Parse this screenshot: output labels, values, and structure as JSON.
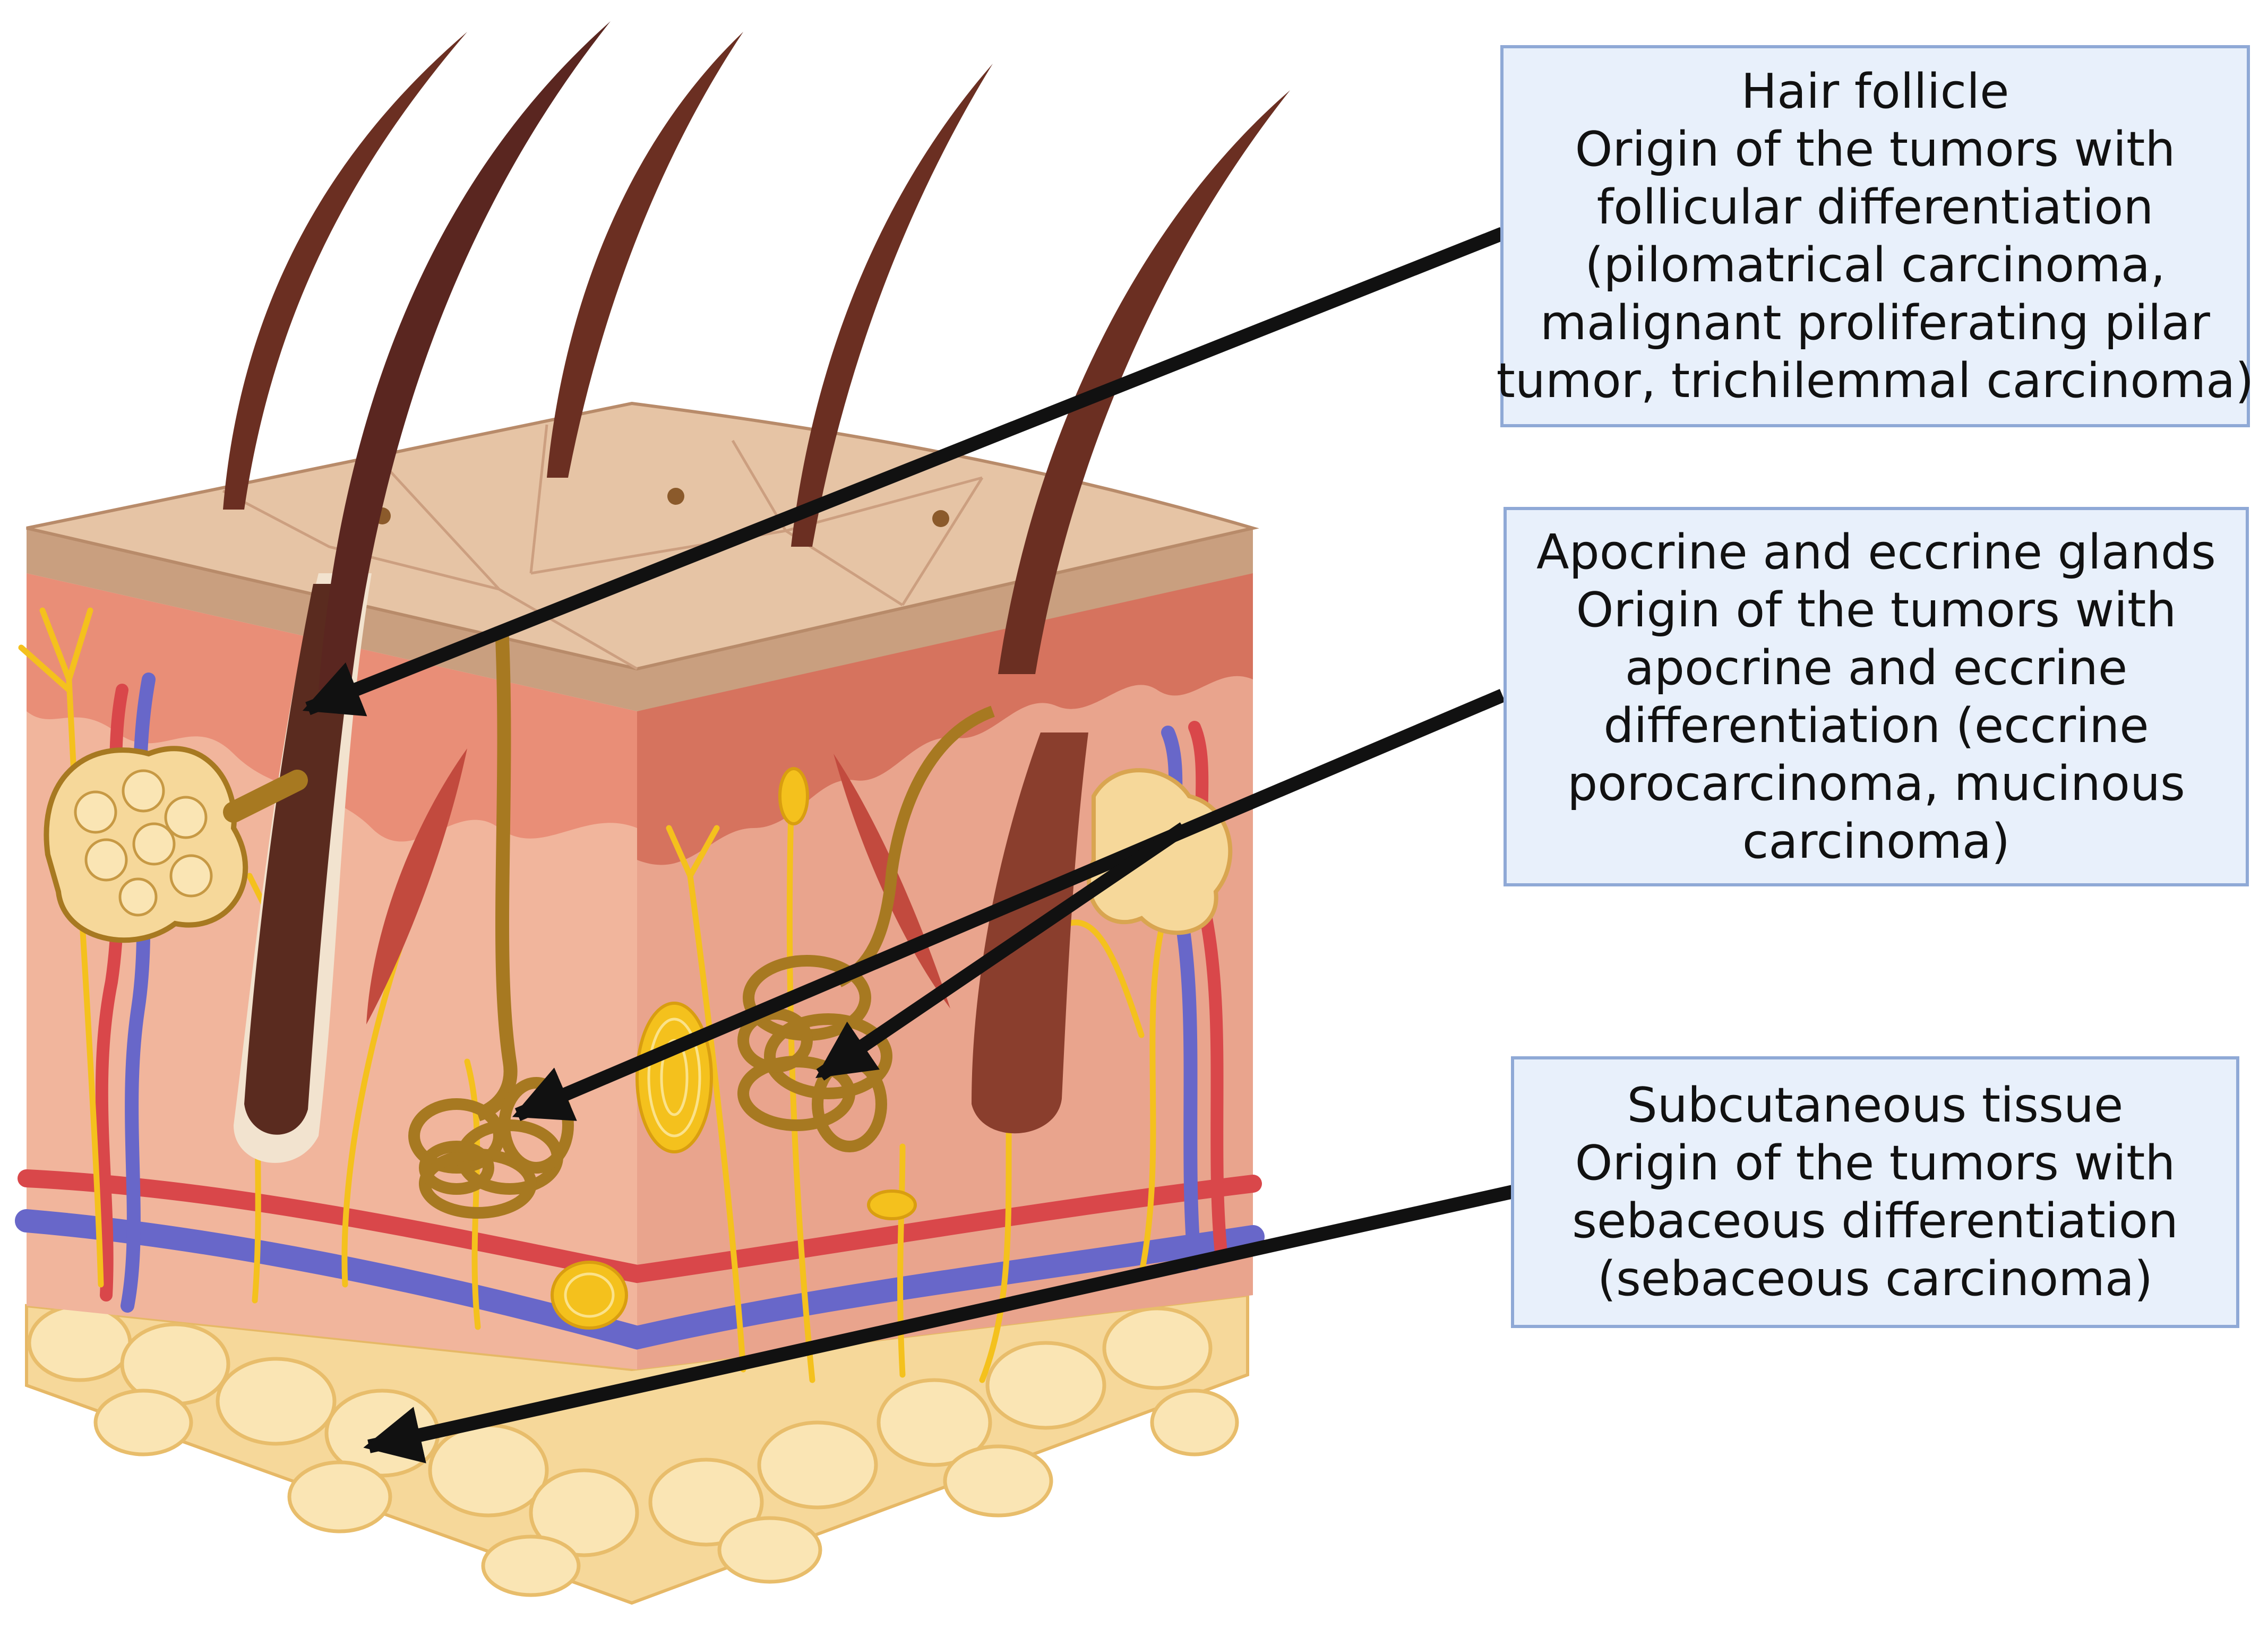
{
  "colors": {
    "epidermis_top": "#e6c4a5",
    "dermis": "#f1b59c",
    "dermis_dark": "#d9826a",
    "hair": "#6b2f22",
    "gland": "#a77921",
    "fat": "#f6d89a",
    "nerve": "#f4c11d",
    "artery": "#d9474a",
    "vein": "#6867c9",
    "callout_bg": "#e8f0fb",
    "callout_border": "#8fa9d6",
    "arrow": "#111111"
  },
  "callouts": [
    {
      "id": "hair-follicle",
      "lines": [
        "Hair follicle",
        "Origin of the tumors with",
        "follicular differentiation",
        "(pilomatrical carcinoma,",
        "malignant proliferating pilar",
        "tumor, trichilemmal carcinoma)"
      ]
    },
    {
      "id": "apocrine-eccrine",
      "lines": [
        "Apocrine and eccrine glands",
        "Origin of the tumors with",
        "apocrine and eccrine",
        "differentiation (eccrine",
        "porocarcinoma, mucinous",
        "carcinoma)"
      ]
    },
    {
      "id": "subcutaneous",
      "lines": [
        "Subcutaneous tissue",
        "Origin of the tumors with",
        "sebaceous differentiation",
        "(sebaceous carcinoma)"
      ]
    }
  ]
}
